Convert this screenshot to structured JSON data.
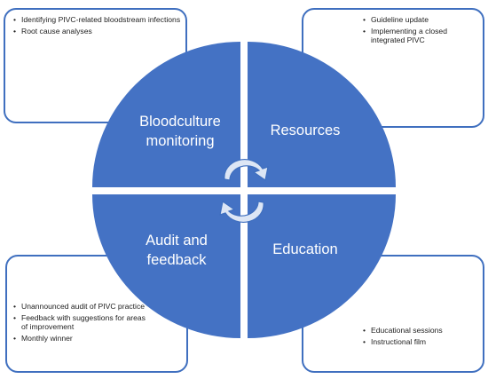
{
  "diagram": {
    "quadrants": [
      {
        "id": "top-left",
        "label_lines": [
          "Bloodculture",
          "monitoring"
        ]
      },
      {
        "id": "top-right",
        "label_lines": [
          "Resources"
        ]
      },
      {
        "id": "bottom-left",
        "label_lines": [
          "Audit and",
          "feedback"
        ]
      },
      {
        "id": "bottom-right",
        "label_lines": [
          "Education"
        ]
      }
    ],
    "notes": {
      "top_left": [
        "Identifying PIVC-related bloodstream infections",
        "Root cause analyses"
      ],
      "top_right": [
        "Guideline update",
        "Implementing a closed integrated PIVC"
      ],
      "bottom_left": [
        "Unannounced audit of PIVC practice",
        "Feedback with suggestions for areas of improvement",
        "Monthly winner"
      ],
      "bottom_right": [
        "Educational sessions",
        "Instructional film"
      ]
    },
    "colors": {
      "quadrant_fill": "#4472c4",
      "note_border": "#3f6fbf",
      "arrow_fill": "#dde6f5"
    },
    "icons": [
      "cycle-arrow-icon"
    ]
  }
}
